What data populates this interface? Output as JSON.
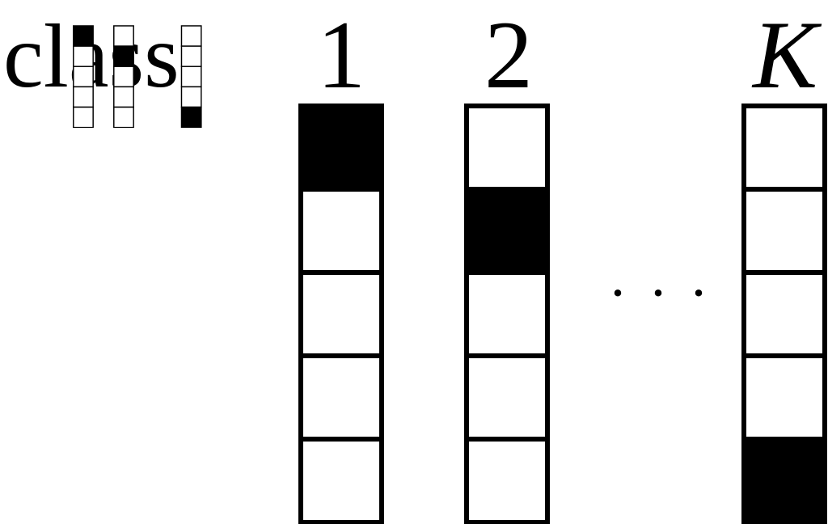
{
  "diagram": {
    "class_label": "class:",
    "ellipsis": "· · ·",
    "columns": [
      {
        "label": "1",
        "cells": 5,
        "filled_index": 0
      },
      {
        "label": "2",
        "cells": 5,
        "filled_index": 1
      },
      {
        "label": "K",
        "cells": 5,
        "filled_index": 4
      }
    ]
  },
  "colors": {
    "filled": "#000000",
    "empty": "#ffffff",
    "stroke": "#000000"
  }
}
